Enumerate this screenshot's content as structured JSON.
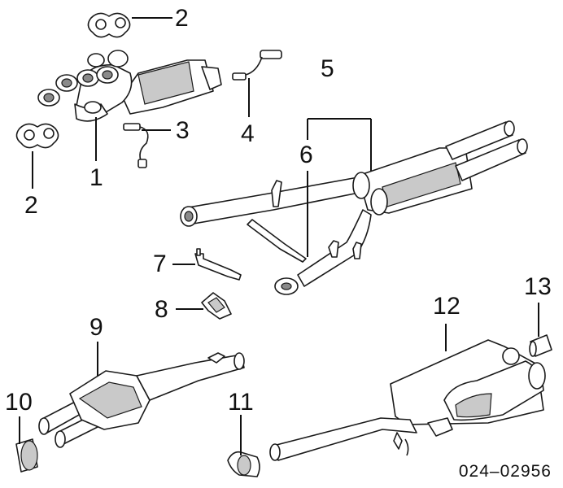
{
  "diagram": {
    "callouts": {
      "c1": "1",
      "c2a": "2",
      "c2b": "2",
      "c3": "3",
      "c4": "4",
      "c5": "5",
      "c6": "6",
      "c7": "7",
      "c8": "8",
      "c9": "9",
      "c10": "10",
      "c11": "11",
      "c12": "12",
      "c13": "13"
    },
    "part_number": "024–02956"
  }
}
